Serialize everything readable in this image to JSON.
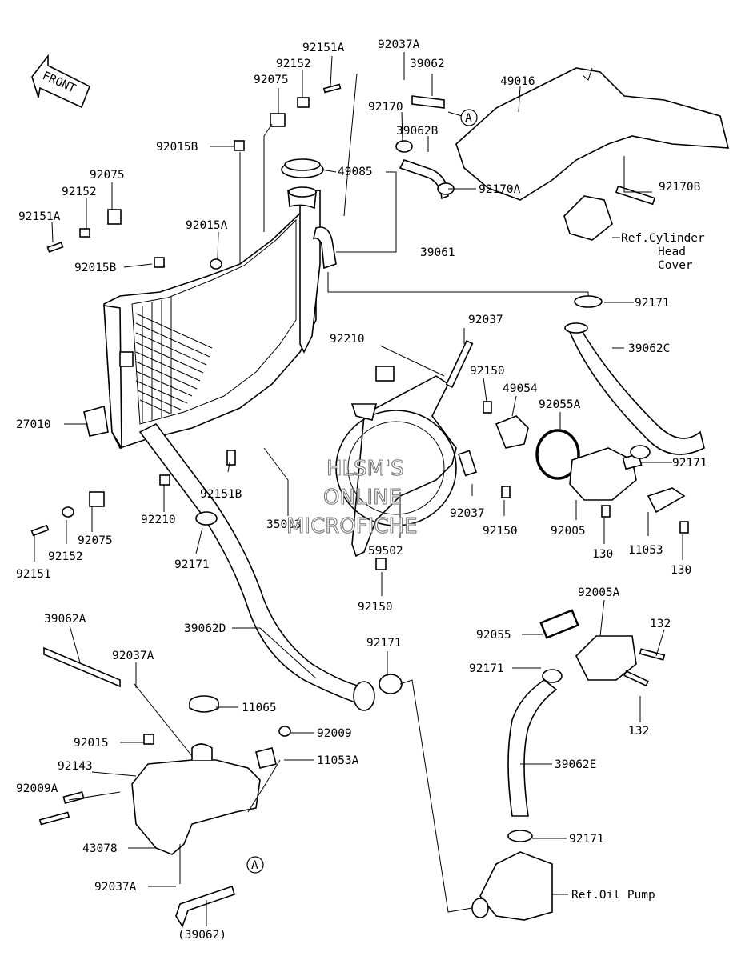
{
  "front_label": "FRONT",
  "watermark": [
    "HLSM'S",
    "ONLINE",
    "MICROFICHE"
  ],
  "callouts": {
    "a1": "A",
    "a2": "A"
  },
  "labels": {
    "l92151A_top": "92151A",
    "l92037A_top": "92037A",
    "l92152_top": "92152",
    "l39062_top": "39062",
    "l92075_top": "92075",
    "l49016": "49016",
    "l92170": "92170",
    "l39062B": "39062B",
    "l92015B_top": "92015B",
    "l49085": "49085",
    "l92075_mid": "92075",
    "l92152_mid": "92152",
    "l92015A": "92015A",
    "l92170A": "92170A",
    "l92170B": "92170B",
    "l92151A_mid": "92151A",
    "l_ref_cyl_1": "Ref.Cylinder",
    "l_ref_cyl_2": "Head",
    "l_ref_cyl_3": "Cover",
    "l92015B_mid": "92015B",
    "l39061": "39061",
    "l92171_r1": "92171",
    "l92037_mid": "92037",
    "l92210_top": "92210",
    "l39062C": "39062C",
    "l92150_r1": "92150",
    "l49054": "49054",
    "l92055A": "92055A",
    "l27010": "27010",
    "l92171_r2": "92171",
    "l92151B": "92151B",
    "l92037_low": "92037",
    "l92150_r2": "92150",
    "l92005": "92005",
    "l11053": "11053",
    "l92210_low": "92210",
    "l35063": "35063",
    "l92075_low": "92075",
    "l59502": "59502",
    "l130_a": "130",
    "l130_b": "130",
    "l92152_low": "92152",
    "l92171_low": "92171",
    "l92151": "92151",
    "l92150_low": "92150",
    "l92005A": "92005A",
    "l39062A": "39062A",
    "l39062D": "39062D",
    "l132_a": "132",
    "l92037A_mid": "92037A",
    "l92171_mid": "92171",
    "l92055": "92055",
    "l92171_r3": "92171",
    "l11065": "11065",
    "l132_b": "132",
    "l92015": "92015",
    "l92009": "92009",
    "l11053A": "11053A",
    "l92143": "92143",
    "l39062E": "39062E",
    "l92009A": "92009A",
    "l43078": "43078",
    "l92171_bot": "92171",
    "l92037A_bot": "92037A",
    "l_ref_oil": "Ref.Oil Pump",
    "l39062_paren": "(39062)"
  }
}
